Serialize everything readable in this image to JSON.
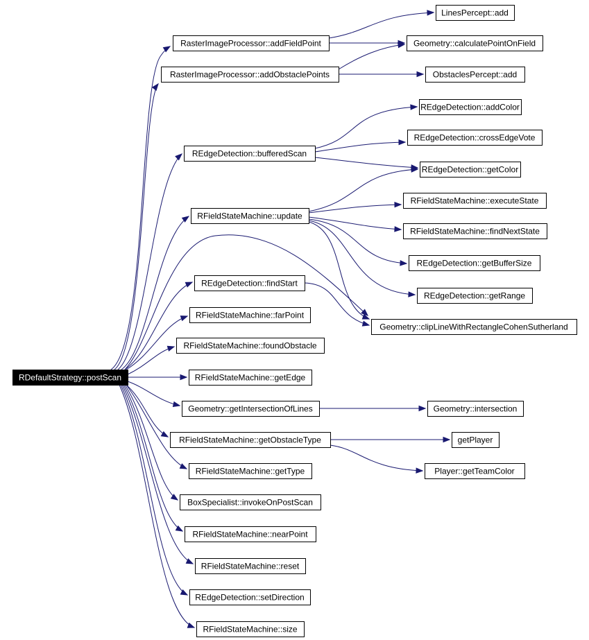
{
  "colors": {
    "edge": "#191970",
    "root_fill": "#000000",
    "root_text": "#ffffff",
    "node_fill": "#ffffff",
    "node_border": "#000000"
  },
  "nodes": {
    "root": "RDefaultStrategy::postScan",
    "rip_addFieldPoint": "RasterImageProcessor::addFieldPoint",
    "rip_addObstaclePoints": "RasterImageProcessor::addObstaclePoints",
    "red_bufferedScan": "REdgeDetection::bufferedScan",
    "rfsm_update": "RFieldStateMachine::update",
    "red_findStart": "REdgeDetection::findStart",
    "rfsm_farPoint": "RFieldStateMachine::farPoint",
    "rfsm_foundObstacle": "RFieldStateMachine::foundObstacle",
    "rfsm_getEdge": "RFieldStateMachine::getEdge",
    "geo_getIntersectionOfLines": "Geometry::getIntersectionOfLines",
    "rfsm_getObstacleType": "RFieldStateMachine::getObstacleType",
    "rfsm_getType": "RFieldStateMachine::getType",
    "box_invokeOnPostScan": "BoxSpecialist::invokeOnPostScan",
    "rfsm_nearPoint": "RFieldStateMachine::nearPoint",
    "rfsm_reset": "RFieldStateMachine::reset",
    "red_setDirection": "REdgeDetection::setDirection",
    "rfsm_size": "RFieldStateMachine::size",
    "lines_add": "LinesPercept::add",
    "geo_calculatePointOnField": "Geometry::calculatePointOnField",
    "obst_add": "ObstaclesPercept::add",
    "red_addColor": "REdgeDetection::addColor",
    "red_crossEdgeVote": "REdgeDetection::crossEdgeVote",
    "red_getColor": "REdgeDetection::getColor",
    "rfsm_executeState": "RFieldStateMachine::executeState",
    "rfsm_findNextState": "RFieldStateMachine::findNextState",
    "red_getBufferSize": "REdgeDetection::getBufferSize",
    "red_getRange": "REdgeDetection::getRange",
    "geo_clipLine": "Geometry::clipLineWithRectangleCohenSutherland",
    "geo_intersection": "Geometry::intersection",
    "getPlayer": "getPlayer",
    "player_getTeamColor": "Player::getTeamColor"
  }
}
